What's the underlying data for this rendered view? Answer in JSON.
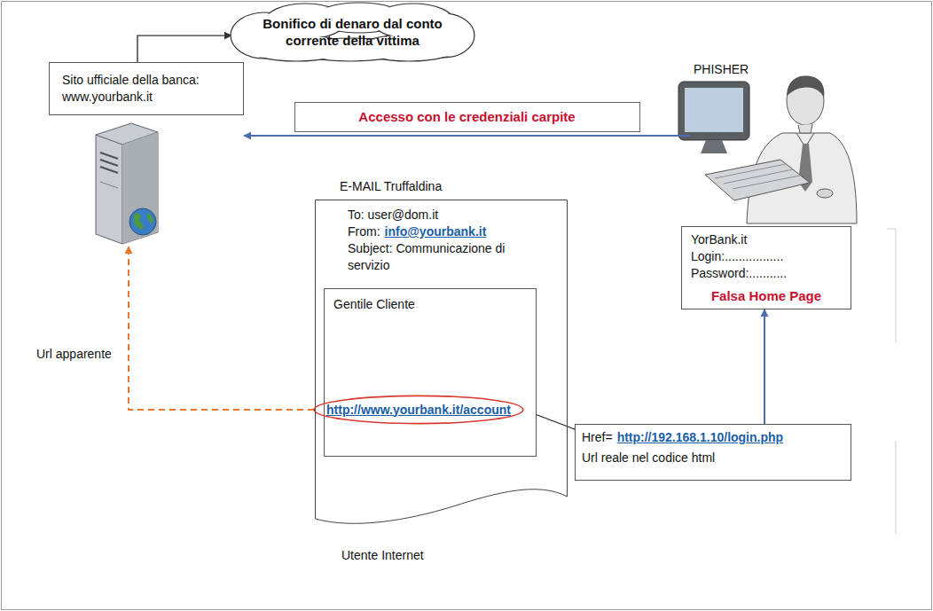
{
  "diagram": {
    "nodes": [
      {
        "text": [
          "Bonifico di denaro dal conto corrente della vittima"
        ]
      },
      {
        "text": [
          "Sito ufficiale della banca: www.yourbank.it"
        ]
      },
      {
        "text": [
          "PHISHER"
        ]
      },
      {
        "text": [
          "YorBank.it",
          "Login:.................",
          "Password:...........",
          "Falsa Home Page"
        ]
      },
      {
        "text": [
          "E-MAIL Truffaldina",
          "To: user@dom.it",
          "From:",
          "info@yourbank.it",
          "Subject: Communicazione di servizio",
          "Utente Internet"
        ]
      },
      {
        "text": [
          "Gentile Cliente"
        ],
        "in": 4
      },
      {
        "text": [
          "http://www.yourbank.it/account"
        ],
        "in": 5
      },
      {
        "text": [
          "Href=",
          "http://192.168.1.10/login.php",
          "Url reale nel codice html"
        ]
      }
    ],
    "edges": [
      {
        "from": 1,
        "to": 0,
        "arrow": "to"
      },
      {
        "from": 2,
        "to": 1,
        "label": "Accesso con le credenziali carpite",
        "arrow": "to"
      },
      {
        "from": 6,
        "to": 1,
        "label": "Url apparente",
        "arrow": "to"
      },
      {
        "from": 6,
        "to": 7,
        "arrow": "none"
      },
      {
        "from": 7,
        "to": 3,
        "arrow": "to"
      }
    ]
  }
}
